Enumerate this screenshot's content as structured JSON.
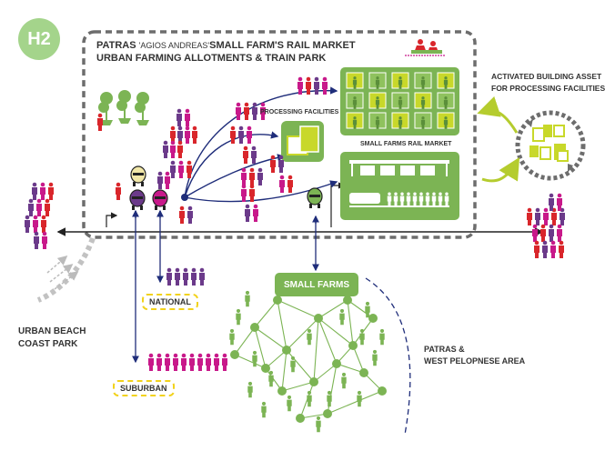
{
  "badge": "H2",
  "title": {
    "line1_prefix": "PATRAS",
    "line1_quote": "'AGIOS ANDREAS'",
    "line1_main": "SMALL FARM'S RAIL MARKET",
    "line2": "URBAN FARMING ALLOTMENTS & TRAIN PARK"
  },
  "labels": {
    "processing": "PROCESSING FACILITIES",
    "rail_market": "SMALL FARMS RAIL MARKET",
    "activated_1": "ACTIVATED BUILDING ASSET",
    "activated_2": "FOR PROCESSING FACILITIES",
    "urban_beach_1": "URBAN BEACH",
    "urban_beach_2": "COAST PARK",
    "national": "NATIONAL",
    "suburban": "SUBURBAN",
    "small_farms": "SMALL FARMS",
    "patras_1": "PATRAS &",
    "patras_2": "WEST PELOPNESE AREA"
  },
  "colors": {
    "green": "#7cb454",
    "light_green": "#a4d48b",
    "yellow_green": "#c8d82a",
    "navy": "#1f2d7a",
    "magenta": "#c8198a",
    "red": "#d9262b",
    "purple": "#6b3a8a",
    "gray_dash": "#6d6d6d",
    "yellow": "#f2d21b"
  }
}
